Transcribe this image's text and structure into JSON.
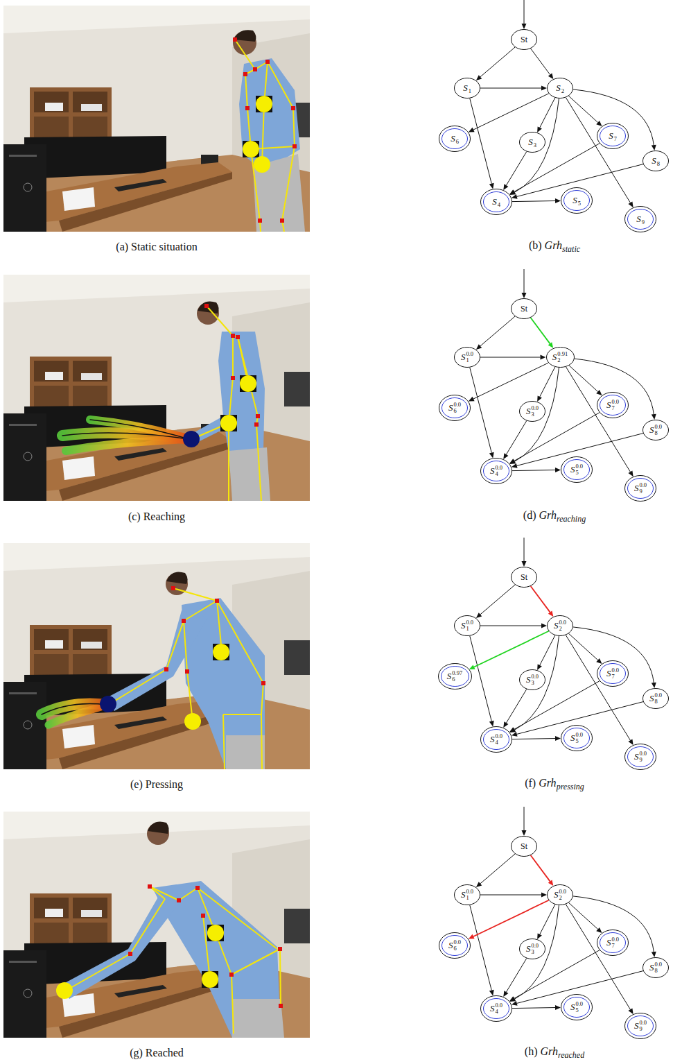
{
  "diagram": {
    "nodes": [
      {
        "text": [
          "St"
        ]
      },
      {
        "text": [
          "S",
          "1"
        ]
      },
      {
        "text": [
          "S",
          "2"
        ]
      },
      {
        "text": [
          "S",
          "6"
        ]
      },
      {
        "text": [
          "S",
          "3"
        ]
      },
      {
        "text": [
          "S",
          "7"
        ]
      },
      {
        "text": [
          "S",
          "8"
        ]
      },
      {
        "text": [
          "S",
          "4"
        ]
      },
      {
        "text": [
          "S",
          "5"
        ]
      },
      {
        "text": [
          "S",
          "9"
        ]
      },
      {
        "text": [
          "St"
        ]
      },
      {
        "text": [
          "S",
          "1",
          "0.0"
        ]
      },
      {
        "text": [
          "S",
          "2",
          "0.91"
        ]
      },
      {
        "text": [
          "S",
          "6",
          "0.0"
        ]
      },
      {
        "text": [
          "S",
          "3",
          "0.0"
        ]
      },
      {
        "text": [
          "S",
          "7",
          "0.0"
        ]
      },
      {
        "text": [
          "S",
          "8",
          "0.0"
        ]
      },
      {
        "text": [
          "S",
          "4",
          "0.0"
        ]
      },
      {
        "text": [
          "S",
          "5",
          "0.0"
        ]
      },
      {
        "text": [
          "S",
          "9",
          "0.0"
        ]
      },
      {
        "text": [
          "St"
        ]
      },
      {
        "text": [
          "S",
          "1",
          "0.0"
        ]
      },
      {
        "text": [
          "S",
          "2",
          "0.0"
        ]
      },
      {
        "text": [
          "S",
          "6",
          "0.97"
        ]
      },
      {
        "text": [
          "S",
          "3",
          "0.0"
        ]
      },
      {
        "text": [
          "S",
          "7",
          "0.0"
        ]
      },
      {
        "text": [
          "S",
          "8",
          "0.0"
        ]
      },
      {
        "text": [
          "S",
          "4",
          "0.0"
        ]
      },
      {
        "text": [
          "S",
          "5",
          "0.0"
        ]
      },
      {
        "text": [
          "S",
          "9",
          "0.0"
        ]
      },
      {
        "text": [
          "St"
        ]
      },
      {
        "text": [
          "S",
          "1",
          "0.0"
        ]
      },
      {
        "text": [
          "S",
          "2",
          "0.0"
        ]
      },
      {
        "text": [
          "S",
          "6",
          "0.0"
        ]
      },
      {
        "text": [
          "S",
          "3",
          "0.0"
        ]
      },
      {
        "text": [
          "S",
          "7",
          "0.0"
        ]
      },
      {
        "text": [
          "S",
          "8",
          "0.0"
        ]
      },
      {
        "text": [
          "S",
          "4",
          "0.0"
        ]
      },
      {
        "text": [
          "S",
          "5",
          "0.0"
        ]
      },
      {
        "text": [
          "S",
          "9",
          "0.0"
        ]
      }
    ],
    "edges": [
      {
        "from": 0,
        "to": 1,
        "arrow": "to"
      },
      {
        "from": 0,
        "to": 2,
        "arrow": "to"
      },
      {
        "from": 1,
        "to": 2,
        "arrow": "to"
      },
      {
        "from": 1,
        "to": 7,
        "arrow": "to"
      },
      {
        "from": 2,
        "to": 3,
        "arrow": "to"
      },
      {
        "from": 2,
        "to": 4,
        "arrow": "to"
      },
      {
        "from": 2,
        "to": 7,
        "arrow": "to"
      },
      {
        "from": 2,
        "to": 5,
        "arrow": "to"
      },
      {
        "from": 2,
        "to": 6,
        "arrow": "to"
      },
      {
        "from": 2,
        "to": 9,
        "arrow": "to"
      },
      {
        "from": 4,
        "to": 7,
        "arrow": "to"
      },
      {
        "from": 5,
        "to": 7,
        "arrow": "to"
      },
      {
        "from": 6,
        "to": 7,
        "arrow": "to"
      },
      {
        "from": 7,
        "to": 8,
        "arrow": "to"
      },
      {
        "from": 10,
        "to": 11,
        "arrow": "to"
      },
      {
        "from": 10,
        "to": 12,
        "arrow": "to"
      },
      {
        "from": 11,
        "to": 12,
        "arrow": "to"
      },
      {
        "from": 11,
        "to": 17,
        "arrow": "to"
      },
      {
        "from": 12,
        "to": 13,
        "arrow": "to"
      },
      {
        "from": 12,
        "to": 14,
        "arrow": "to"
      },
      {
        "from": 12,
        "to": 17,
        "arrow": "to"
      },
      {
        "from": 12,
        "to": 15,
        "arrow": "to"
      },
      {
        "from": 12,
        "to": 16,
        "arrow": "to"
      },
      {
        "from": 12,
        "to": 19,
        "arrow": "to"
      },
      {
        "from": 14,
        "to": 17,
        "arrow": "to"
      },
      {
        "from": 15,
        "to": 17,
        "arrow": "to"
      },
      {
        "from": 16,
        "to": 17,
        "arrow": "to"
      },
      {
        "from": 17,
        "to": 18,
        "arrow": "to"
      },
      {
        "from": 20,
        "to": 21,
        "arrow": "to"
      },
      {
        "from": 20,
        "to": 22,
        "arrow": "to"
      },
      {
        "from": 21,
        "to": 22,
        "arrow": "to"
      },
      {
        "from": 21,
        "to": 27,
        "arrow": "to"
      },
      {
        "from": 22,
        "to": 23,
        "arrow": "to"
      },
      {
        "from": 22,
        "to": 24,
        "arrow": "to"
      },
      {
        "from": 22,
        "to": 27,
        "arrow": "to"
      },
      {
        "from": 22,
        "to": 25,
        "arrow": "to"
      },
      {
        "from": 22,
        "to": 26,
        "arrow": "to"
      },
      {
        "from": 22,
        "to": 29,
        "arrow": "to"
      },
      {
        "from": 24,
        "to": 27,
        "arrow": "to"
      },
      {
        "from": 25,
        "to": 27,
        "arrow": "to"
      },
      {
        "from": 26,
        "to": 27,
        "arrow": "to"
      },
      {
        "from": 27,
        "to": 28,
        "arrow": "to"
      },
      {
        "from": 30,
        "to": 31,
        "arrow": "to"
      },
      {
        "from": 30,
        "to": 32,
        "arrow": "to"
      },
      {
        "from": 31,
        "to": 32,
        "arrow": "to"
      },
      {
        "from": 31,
        "to": 37,
        "arrow": "to"
      },
      {
        "from": 32,
        "to": 33,
        "arrow": "to"
      },
      {
        "from": 32,
        "to": 34,
        "arrow": "to"
      },
      {
        "from": 32,
        "to": 37,
        "arrow": "to"
      },
      {
        "from": 32,
        "to": 35,
        "arrow": "to"
      },
      {
        "from": 32,
        "to": 36,
        "arrow": "to"
      },
      {
        "from": 32,
        "to": 39,
        "arrow": "to"
      },
      {
        "from": 34,
        "to": 37,
        "arrow": "to"
      },
      {
        "from": 35,
        "to": 37,
        "arrow": "to"
      },
      {
        "from": 36,
        "to": 37,
        "arrow": "to"
      },
      {
        "from": 37,
        "to": 38,
        "arrow": "to"
      }
    ],
    "labels": [
      "(a) Static situation",
      "(b)",
      "Grh",
      "static",
      "(c) Reaching",
      "(d)",
      "Grh",
      "reaching",
      "(e) Pressing",
      "(f)",
      "Grh",
      "pressing",
      "(g) Reached",
      "(h)",
      "Grh",
      "reached"
    ]
  }
}
